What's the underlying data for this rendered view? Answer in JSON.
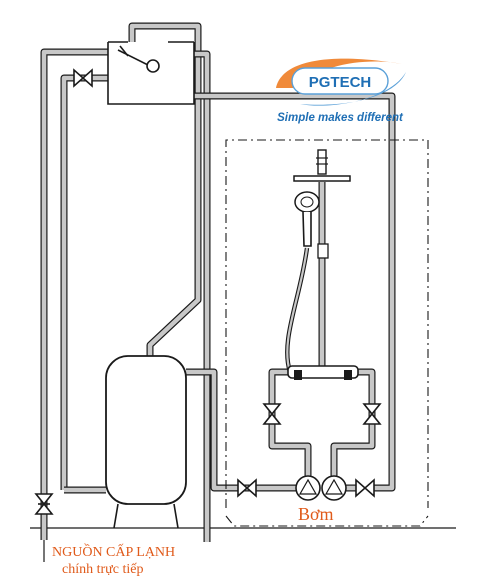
{
  "logo": {
    "brand": "PGTECH",
    "tagline": "Simple makes different",
    "colors": {
      "brand": "#1f6fb5",
      "swoosh_left": "#f08a3a",
      "swoosh_right": "#5aa0d8"
    }
  },
  "labels": {
    "pump": "Bơm",
    "source_line1": "NGUỒN CẤP LẠNH",
    "source_line2": "chính trực tiếp"
  },
  "colors": {
    "label": "#e05a1a",
    "pipe_fill": "#c8c8c8",
    "outline": "#1a1a1a"
  },
  "icons": [
    "gate-valve-icon",
    "float-valve-icon",
    "pump-icon",
    "shower-head-icon",
    "hand-shower-icon",
    "mixer-valve-icon"
  ]
}
